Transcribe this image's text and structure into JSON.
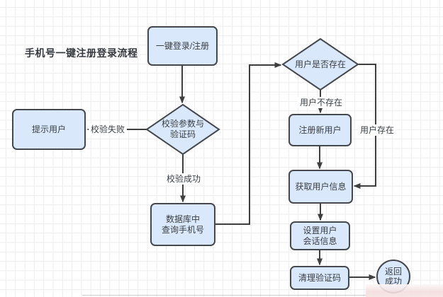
{
  "diagram": {
    "title": "手机号一键注册登录流程",
    "nodes": {
      "start": {
        "label": "一键登录/注册",
        "type": "process"
      },
      "validate": {
        "label": "校验参数与\n验证码",
        "type": "decision"
      },
      "prompt_user": {
        "label": "提示用户",
        "type": "process"
      },
      "query_db": {
        "label": "数据库中\n查询手机号",
        "type": "process"
      },
      "user_exists": {
        "label": "用户是否存在",
        "type": "decision"
      },
      "register_user": {
        "label": "注册新用户",
        "type": "process"
      },
      "get_user_info": {
        "label": "获取用户信息",
        "type": "process"
      },
      "set_session": {
        "label": "设置用户\n会话信息",
        "type": "process"
      },
      "clear_code": {
        "label": "清理验证码",
        "type": "process"
      },
      "return_success": {
        "label": "返回\n成功",
        "type": "terminator"
      }
    },
    "edge_labels": {
      "validate_fail": "校验失败",
      "validate_success": "校验成功",
      "user_not_exist": "用户不存在",
      "user_exist": "用户存在"
    },
    "colors": {
      "node_fill": "#d9e8fa",
      "node_border": "#45494e",
      "connector": "#3f3f3f",
      "text": "#3a3f45",
      "grid_line": "#ededed",
      "canvas_bg": "#ffffff",
      "watermark_pink": "#f3dddd"
    }
  }
}
